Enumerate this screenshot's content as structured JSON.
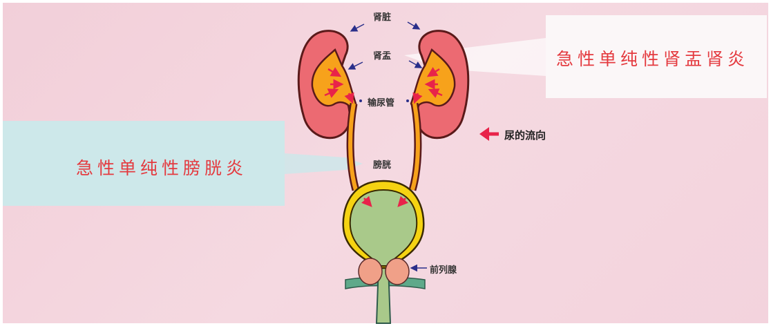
{
  "labels": {
    "kidney": "肾脏",
    "renal_pelvis": "肾盂",
    "ureter": "输尿管",
    "bladder": "膀胱",
    "prostate": "前列腺",
    "urine_flow": "尿的流向"
  },
  "callouts": {
    "pyelonephritis": "急性单纯性肾盂肾炎",
    "cystitis": "急性单纯性膀胱炎"
  },
  "colors": {
    "background": "#f3d3dd",
    "kidney": "#ec6a72",
    "pelvis": "#f7a21b",
    "bladder_wall": "#f5d312",
    "bladder_inner": "#a9c98a",
    "prostate": "#f0a088",
    "arrow_red": "#e8234a",
    "arrow_blue": "#2a2f8a",
    "callout_text": "#e43a3f"
  }
}
